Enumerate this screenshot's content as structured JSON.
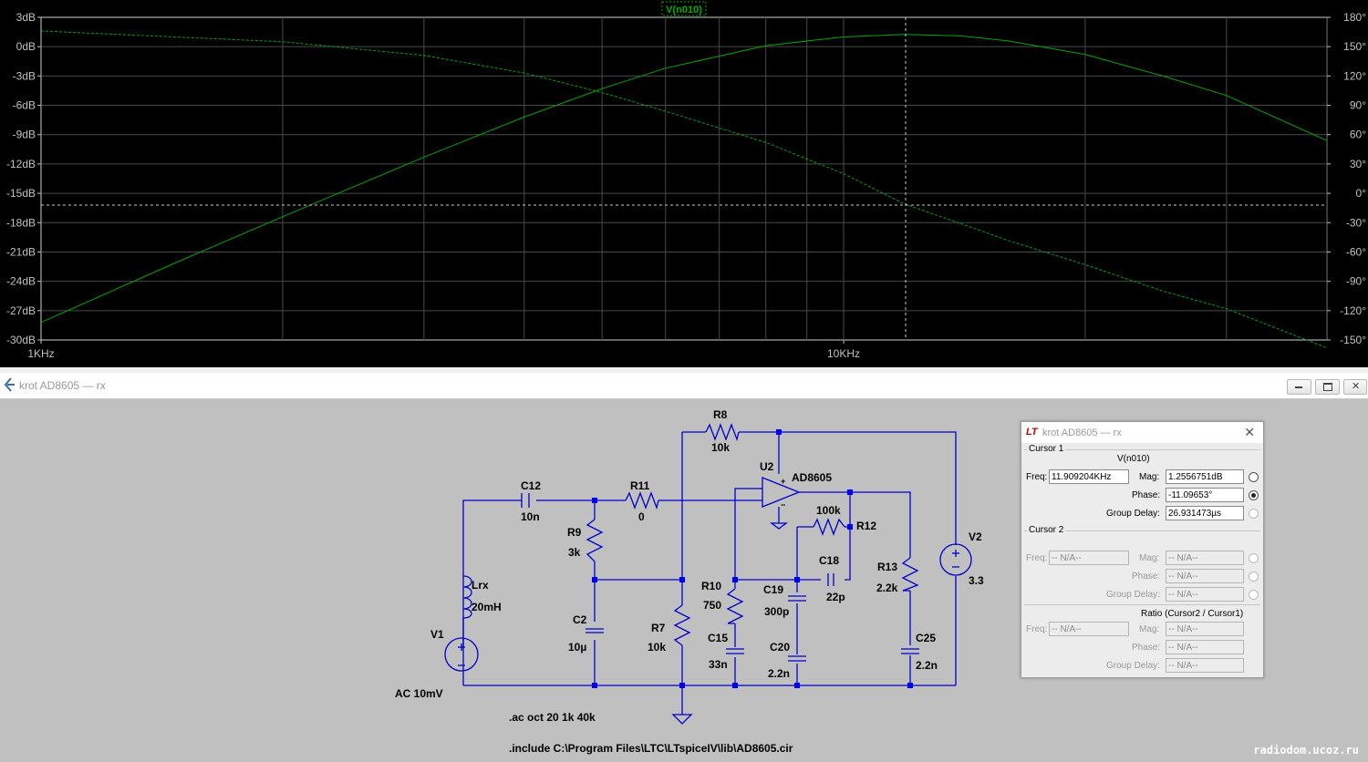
{
  "plot": {
    "trace_label": "V(n010)",
    "y_left_ticks": [
      "3dB",
      "0dB",
      "-3dB",
      "-6dB",
      "-9dB",
      "-12dB",
      "-15dB",
      "-18dB",
      "-21dB",
      "-24dB",
      "-27dB",
      "-30dB"
    ],
    "y_right_ticks": [
      "180°",
      "150°",
      "120°",
      "90°",
      "60°",
      "30°",
      "0°",
      "-30°",
      "-60°",
      "-90°",
      "-120°",
      "-150°"
    ],
    "x_ticks": [
      "1KHz",
      "10KHz"
    ],
    "colors": {
      "background": "#000000",
      "trace": "#00a800",
      "grid": "#4a4a4a",
      "axis_text": "#c0c0c0",
      "cursor": "#c8c8c8"
    }
  },
  "chart_data": {
    "type": "line",
    "title": "V(n010)",
    "x_scale": "log",
    "xlim": [
      1000,
      40000
    ],
    "ylim_left": [
      -30,
      3
    ],
    "ylim_right": [
      -150,
      180
    ],
    "series": [
      {
        "name": "V(n010)",
        "kind": "magnitude_dB",
        "x": [
          1000,
          1500,
          2000,
          3000,
          4000,
          5000,
          6000,
          8000,
          10000,
          11909,
          14000,
          16000,
          20000,
          25000,
          30000,
          40000
        ],
        "y": [
          -28.2,
          -21.8,
          -17.4,
          -11.3,
          -7.2,
          -4.3,
          -2.2,
          0.1,
          1.0,
          1.26,
          1.1,
          0.6,
          -0.8,
          -3.0,
          -5.0,
          -9.6
        ]
      },
      {
        "name": "V(n010)",
        "kind": "phase_deg",
        "x": [
          1000,
          2000,
          3000,
          4000,
          5000,
          6000,
          8000,
          10000,
          11909,
          14000,
          16000,
          20000,
          25000,
          30000,
          40000
        ],
        "y": [
          166,
          155,
          141,
          123,
          103,
          84,
          52,
          20,
          -11,
          -31,
          -48,
          -73,
          -100,
          -118,
          -158
        ]
      }
    ],
    "cursor": {
      "freq": "11.909204KHz",
      "mag_db": 1.2556751,
      "phase_deg": -11.09653
    }
  },
  "schematic": {
    "title": "krot AD8605 — rx",
    "labels": {
      "r8": "R8",
      "r8v": "10k",
      "u2": "U2",
      "u2v": "AD8605",
      "c12": "C12",
      "c12v": "10n",
      "r11": "R11",
      "r11v": "0",
      "r9": "R9",
      "r9v": "3k",
      "r12": "R12",
      "r12v": "100k",
      "c18": "C18",
      "c18v": "22p",
      "v2": "V2",
      "v2v": "3.3",
      "lrx": "Lrx",
      "lrxv": "20mH",
      "r10": "R10",
      "r10v": "750",
      "c19": "C19",
      "c19v": "300p",
      "r13": "R13",
      "r13v": "2.2k",
      "c2": "C2",
      "c2v": "10µ",
      "r7": "R7",
      "r7v": "10k",
      "c15": "C15",
      "c15v": "33n",
      "c20": "C20",
      "c20v": "2.2n",
      "c25": "C25",
      "c25v": "2.2n",
      "v1": "V1",
      "v1v": "AC 10mV",
      "plus": "+",
      "minus": "−"
    },
    "directive_ac": ".ac oct 20 1k 40k",
    "directive_include": ".include C:\\Program Files\\LTC\\LTspiceIV\\lib\\AD8605.cir",
    "colors": {
      "background": "#c0c0c0",
      "wire": "#0000cc",
      "junction": "#0000ff",
      "text": "#000000"
    }
  },
  "cursor_window": {
    "title": "krot AD8605 — rx",
    "logo": "LT",
    "close": "✕",
    "cursor1": {
      "group": "Cursor 1",
      "trace": "V(n010)",
      "freq_label": "Freq:",
      "freq": "11.909204KHz",
      "mag_label": "Mag:",
      "mag": "1.2556751dB",
      "phase_label": "Phase:",
      "phase": "-11.09653°",
      "gd_label": "Group Delay:",
      "gd": "26.931473µs"
    },
    "cursor2": {
      "group": "Cursor 2",
      "freq_label": "Freq:",
      "freq": "-- N/A--",
      "mag_label": "Mag:",
      "mag": "-- N/A--",
      "phase_label": "Phase:",
      "phase": "-- N/A--",
      "gd_label": "Group Delay:",
      "gd": "-- N/A--"
    },
    "ratio": {
      "group": "Ratio (Cursor2 / Cursor1)",
      "freq_label": "Freq:",
      "freq": "-- N/A--",
      "mag_label": "Mag:",
      "mag": "-- N/A--",
      "phase_label": "Phase:",
      "phase": "-- N/A--",
      "gd_label": "Group Delay:",
      "gd": "-- N/A--"
    }
  },
  "watermark": "radiodom.ucoz.ru"
}
